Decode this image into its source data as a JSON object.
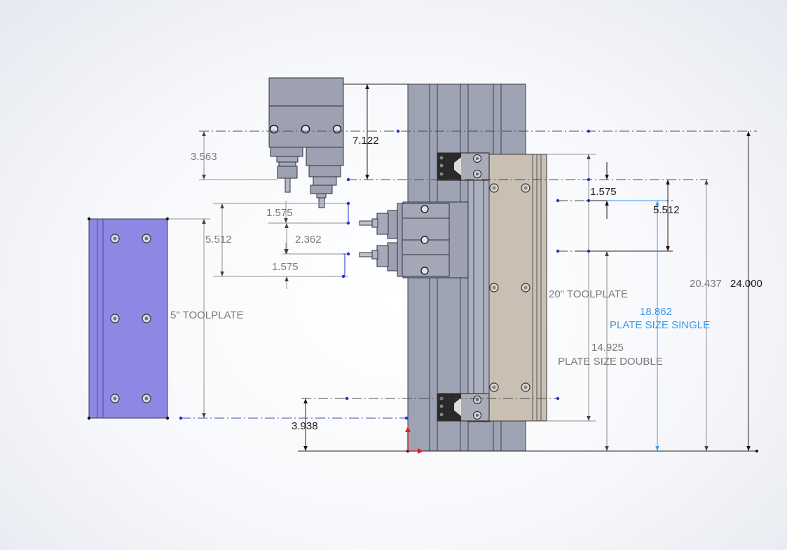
{
  "labels": {
    "toolplate_5": "5\" TOOLPLATE",
    "toolplate_20": "20\" TOOLPLATE",
    "plate_single": "PLATE SIZE SINGLE",
    "plate_double": "PLATE SIZE DOUBLE"
  },
  "dimensions": {
    "d_7122": "7.122",
    "d_3563": "3.563",
    "d_1575_top_right": "1.575",
    "d_5512_right": "5.512",
    "d_1575_left_upper": "1.575",
    "d_5512_left": "5.512",
    "d_2362": "2.362",
    "d_1575_left_lower": "1.575",
    "d_3938": "3.938",
    "d_20437": "20.437",
    "d_24000": "24.000",
    "d_18862": "18.862",
    "d_14925": "14.925"
  },
  "colors": {
    "blue_plate": "#8d88e3",
    "tan_plate": "#c9bfb3",
    "steel": "#9ea3b3",
    "dim_highlight": "#3a9ae8"
  }
}
